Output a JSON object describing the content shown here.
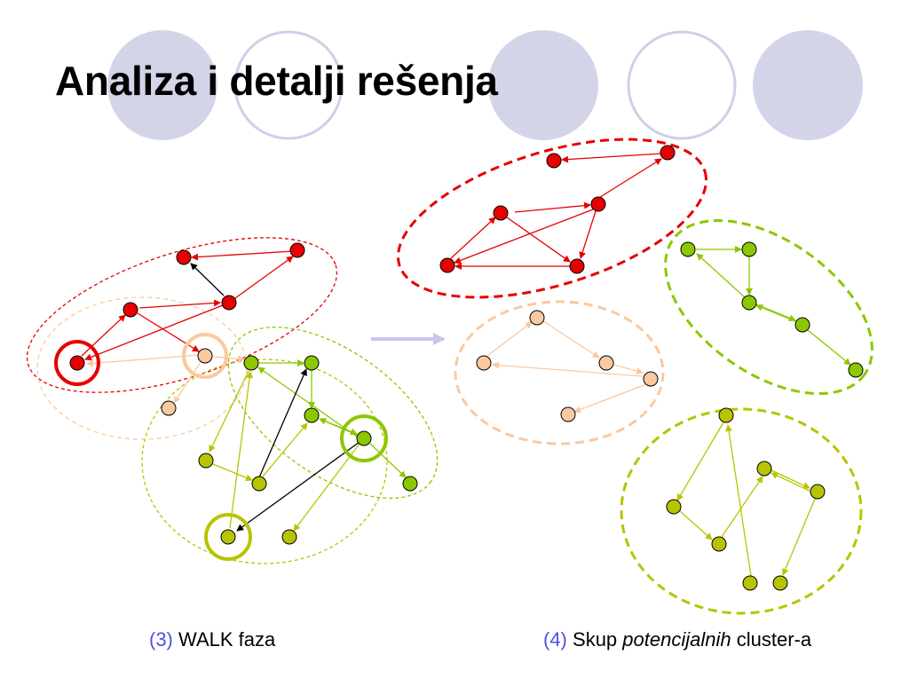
{
  "slide": {
    "title": "Analiza i detalji rešenja",
    "caption_left": {
      "number": "(3)",
      "text": "WALK faza"
    },
    "caption_right": {
      "number": "(4)",
      "text_before": "Skup",
      "text_italic": "potencijalnih",
      "text_after": "cluster-a"
    }
  },
  "colors": {
    "deco_fill": "#d4d4e9",
    "deco_stroke": "#cfcfe8",
    "red": "#e60000",
    "peach": "#f9c9a0",
    "green": "#8cc800",
    "olive": "#b8c400",
    "arrow_blue": "#c7c7f0",
    "black": "#000000"
  },
  "diagram": {
    "left_panel": "walk-phase-graph",
    "right_panel": "potential-clusters",
    "clusters": [
      "red",
      "peach",
      "green",
      "olive"
    ]
  }
}
